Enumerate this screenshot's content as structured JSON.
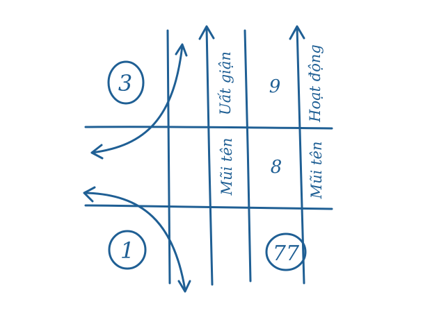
{
  "colors": {
    "ink": "#1f5f94",
    "background": "#ffffff"
  },
  "circles": {
    "top_left": "3",
    "bottom_left": "1",
    "bottom_right": "77"
  },
  "cells": {
    "upper_middle": "9",
    "lower_middle": "8"
  },
  "column_labels": {
    "col1_top": "Uất giận",
    "col1_bottom": "Mũi tên",
    "col2_top": "Hoạt động",
    "col2_bottom": "Mũi tên"
  },
  "icons": [
    "arrow-up-icon",
    "curved-arrow-icon"
  ]
}
